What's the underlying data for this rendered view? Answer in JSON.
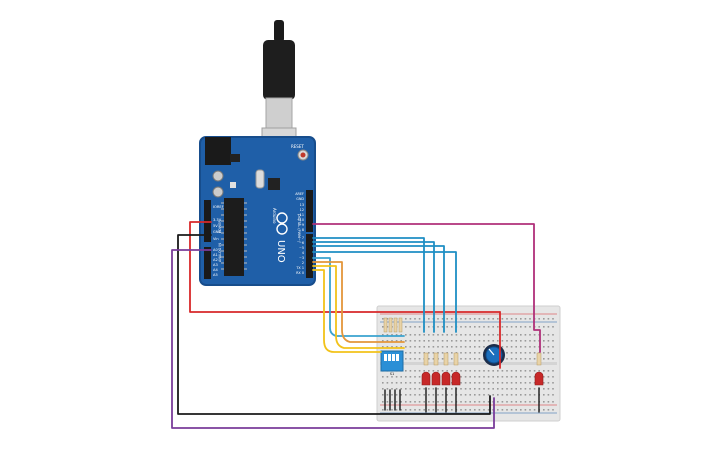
{
  "board": {
    "logo": "UNO",
    "brand": "Arduino",
    "label_reset": "RESET",
    "label_ioref": "IOREF",
    "label_3v3": "3.3V",
    "label_5v": "5V",
    "label_gnd": "GND",
    "label_vin": "Vin",
    "analog_labels": [
      "A0",
      "A1",
      "A2",
      "A3",
      "A4",
      "A5"
    ],
    "label_analog_in": "ANALOG IN",
    "label_power": "POWER",
    "label_aref": "AREF",
    "label_digital": "DIGITAL (PWM~)",
    "digital_labels": [
      "13",
      "12",
      "~11",
      "~10",
      "~9",
      "8",
      "7",
      "~6",
      "~5",
      "4",
      "~3",
      "2",
      "TX 1",
      "RX 0"
    ]
  },
  "dip_switch": {
    "label": "S1"
  },
  "colors": {
    "board": "#1f5fa8",
    "board_edge": "#174d8c",
    "breadboard": "#e6e6e6",
    "wire_red": "#d8282a",
    "wire_black": "#1a1a1a",
    "wire_magenta": "#b0307a",
    "wire_blue": "#1f8fc4",
    "wire_yellow": "#f2c21a",
    "wire_orange": "#e3963a",
    "wire_purple": "#7a3c9a",
    "wire_lightblue": "#3aa3cf",
    "led_red": "#c72828",
    "pot": "#1c6fbd",
    "dip": "#2a8fd6"
  }
}
